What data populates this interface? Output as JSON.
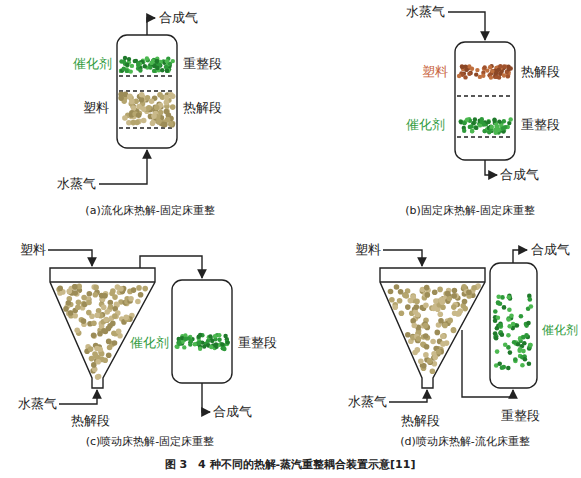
{
  "diagram": {
    "caption": "图 3　4 种不同的热解-蒸汽重整耦合装置示意[11]",
    "labels": [
      "合成气",
      "催化剂",
      "重整段",
      "塑料",
      "热解段",
      "水蒸气",
      "(a)流化床热解-固定床重整",
      "水蒸气",
      "塑料",
      "热解段",
      "催化剂",
      "重整段",
      "合成气",
      "(b)固定床热解-固定床重整",
      "塑料",
      "催化剂",
      "重整段",
      "合成气",
      "水蒸气",
      "热解段",
      "(c)喷动床热解-固定床重整",
      "塑料",
      "合成气",
      "催化剂",
      "水蒸气",
      "热解段",
      "重整段",
      "(d)喷动床热解-流化床重整"
    ]
  }
}
